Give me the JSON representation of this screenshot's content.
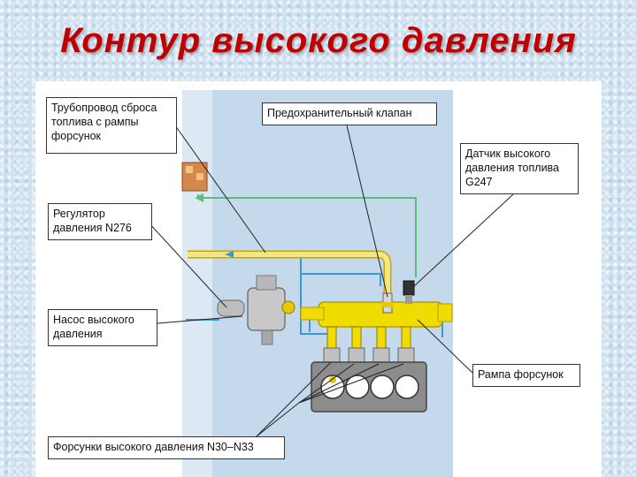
{
  "slide": {
    "title": "Контур высокого давления"
  },
  "callouts": {
    "return_line": "Трубопровод сброса топлива с рампы форсунок",
    "safety_valve": "Предохранительный клапан",
    "pressure_sensor": "Датчик высокого давления топлива G247",
    "pressure_regulator": "Регулятор давления N276",
    "hp_pump": "Насос высокого давления",
    "fuel_rail": "Рампа форсунок",
    "injectors": "Форсунки высокого давления N30–N33"
  },
  "colors": {
    "title": "#c00000",
    "fuel_rail": "#f0dc00",
    "return_line": "#f3e68a",
    "low_pressure_line": "#3a9ad9",
    "feed_line": "#5bbf7a",
    "engine_block": "#8c8c8c"
  },
  "icons": [
    "ecu-connector-icon",
    "pump-icon",
    "regulator-icon",
    "sensor-icon",
    "valve-icon",
    "injector-icon",
    "cylinder-icon"
  ]
}
